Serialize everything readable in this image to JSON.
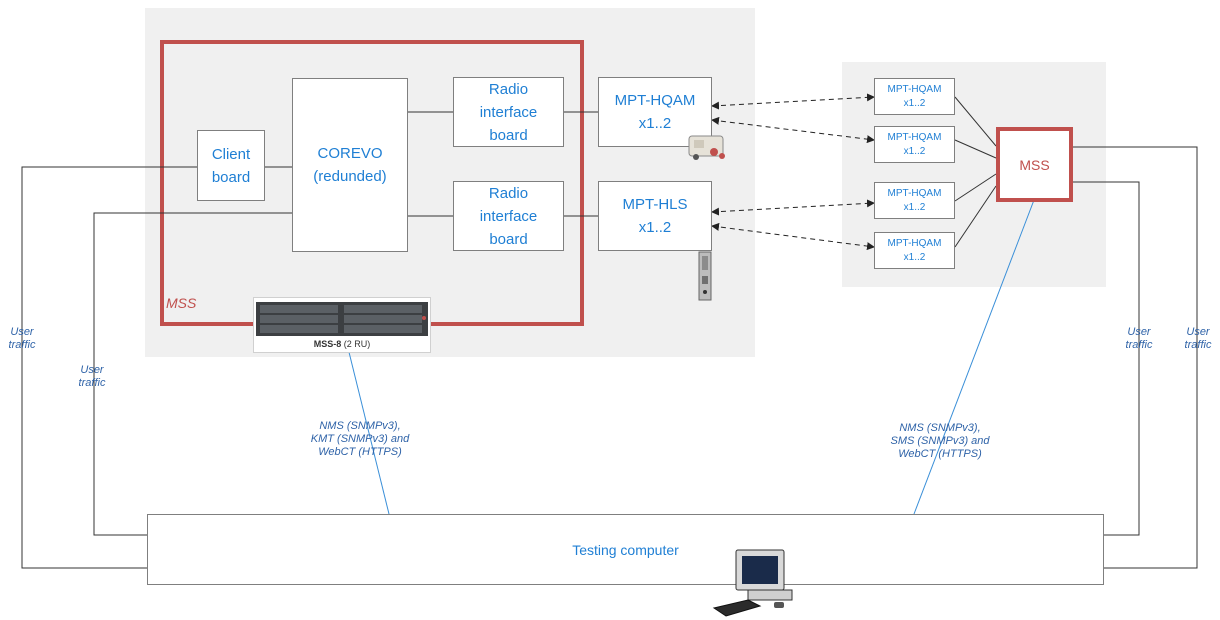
{
  "left_site": {
    "mss_label": "MSS",
    "client_board": [
      "Client",
      "board"
    ],
    "corevo": [
      "COREVO",
      "(redunded)"
    ],
    "radio_board_top": [
      "Radio",
      "interface",
      "board"
    ],
    "radio_board_bottom": [
      "Radio",
      "interface",
      "board"
    ],
    "mpt_hqam": [
      "MPT-HQAM",
      "x1..2"
    ],
    "mpt_hls": [
      "MPT-HLS",
      "x1..2"
    ],
    "chassis_label": "MSS-8",
    "chassis_sub": "(2 RU)"
  },
  "right_site": {
    "mss_label": "MSS",
    "mpt_units": [
      [
        "MPT-HQAM",
        "x1..2"
      ],
      [
        "MPT-HQAM",
        "x1..2"
      ],
      [
        "MPT-HQAM",
        "x1..2"
      ],
      [
        "MPT-HQAM",
        "x1..2"
      ]
    ]
  },
  "links": {
    "user_traffic": "User traffic",
    "user_traffic_words": [
      "User",
      "traffic"
    ],
    "mgmt_left": [
      "NMS (SNMPv3),",
      "KMT (SNMPv3) and",
      "WebCT (HTTPS)"
    ],
    "mgmt_right": [
      "NMS (SNMPv3),",
      "SMS (SNMPv3) and",
      "WebCT (HTTPS)"
    ]
  },
  "testing_computer": "Testing computer",
  "colors": {
    "panel": "#f0f0f0",
    "mss_frame": "#c0504d",
    "box_text": "#1f7fd4",
    "label_text": "#2f63a8",
    "mgmt_line": "#3a8fd8"
  }
}
